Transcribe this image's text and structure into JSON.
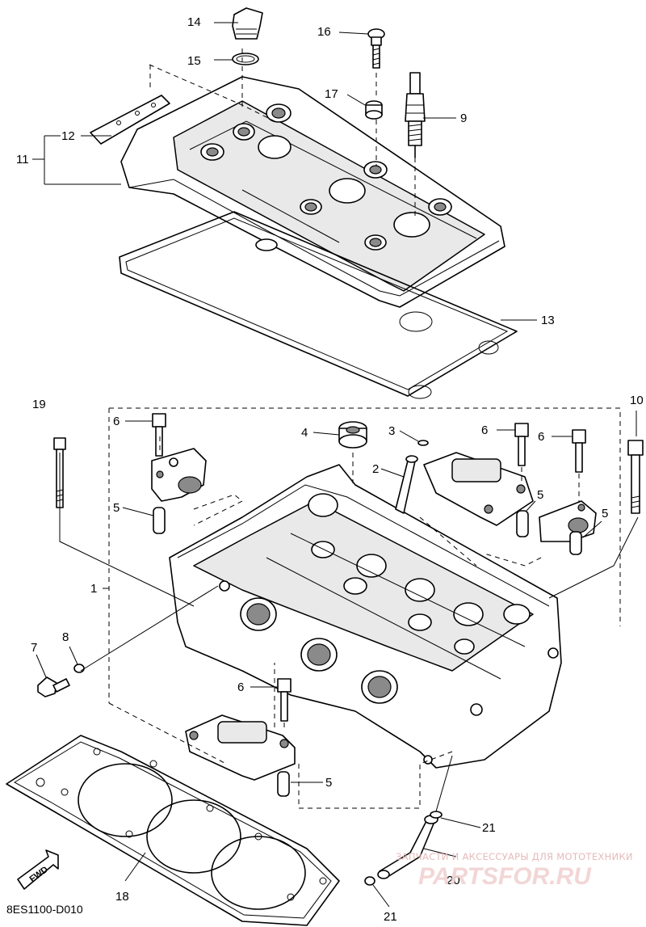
{
  "diagram": {
    "code": "8ES1100-D010",
    "fwd_label": "FWD",
    "watermark": {
      "caption": "ЗАПЧАСТИ И АКСЕССУАРЫ ДЛЯ МОТОТЕХНИКИ",
      "logo": "PARTSFOR.RU"
    },
    "callouts": {
      "c1": "1",
      "c2": "2",
      "c3": "3",
      "c4": "4",
      "c5a": "5",
      "c5b": "5",
      "c5c": "5",
      "c5d": "5",
      "c6a": "6",
      "c6b": "6",
      "c6c": "6",
      "c6d": "6",
      "c7": "7",
      "c8": "8",
      "c9": "9",
      "c10": "10",
      "c11": "11",
      "c12": "12",
      "c13": "13",
      "c14": "14",
      "c15": "15",
      "c16": "16",
      "c17": "17",
      "c18": "18",
      "c19": "19",
      "c20": "20",
      "c21a": "21",
      "c21b": "21"
    }
  }
}
